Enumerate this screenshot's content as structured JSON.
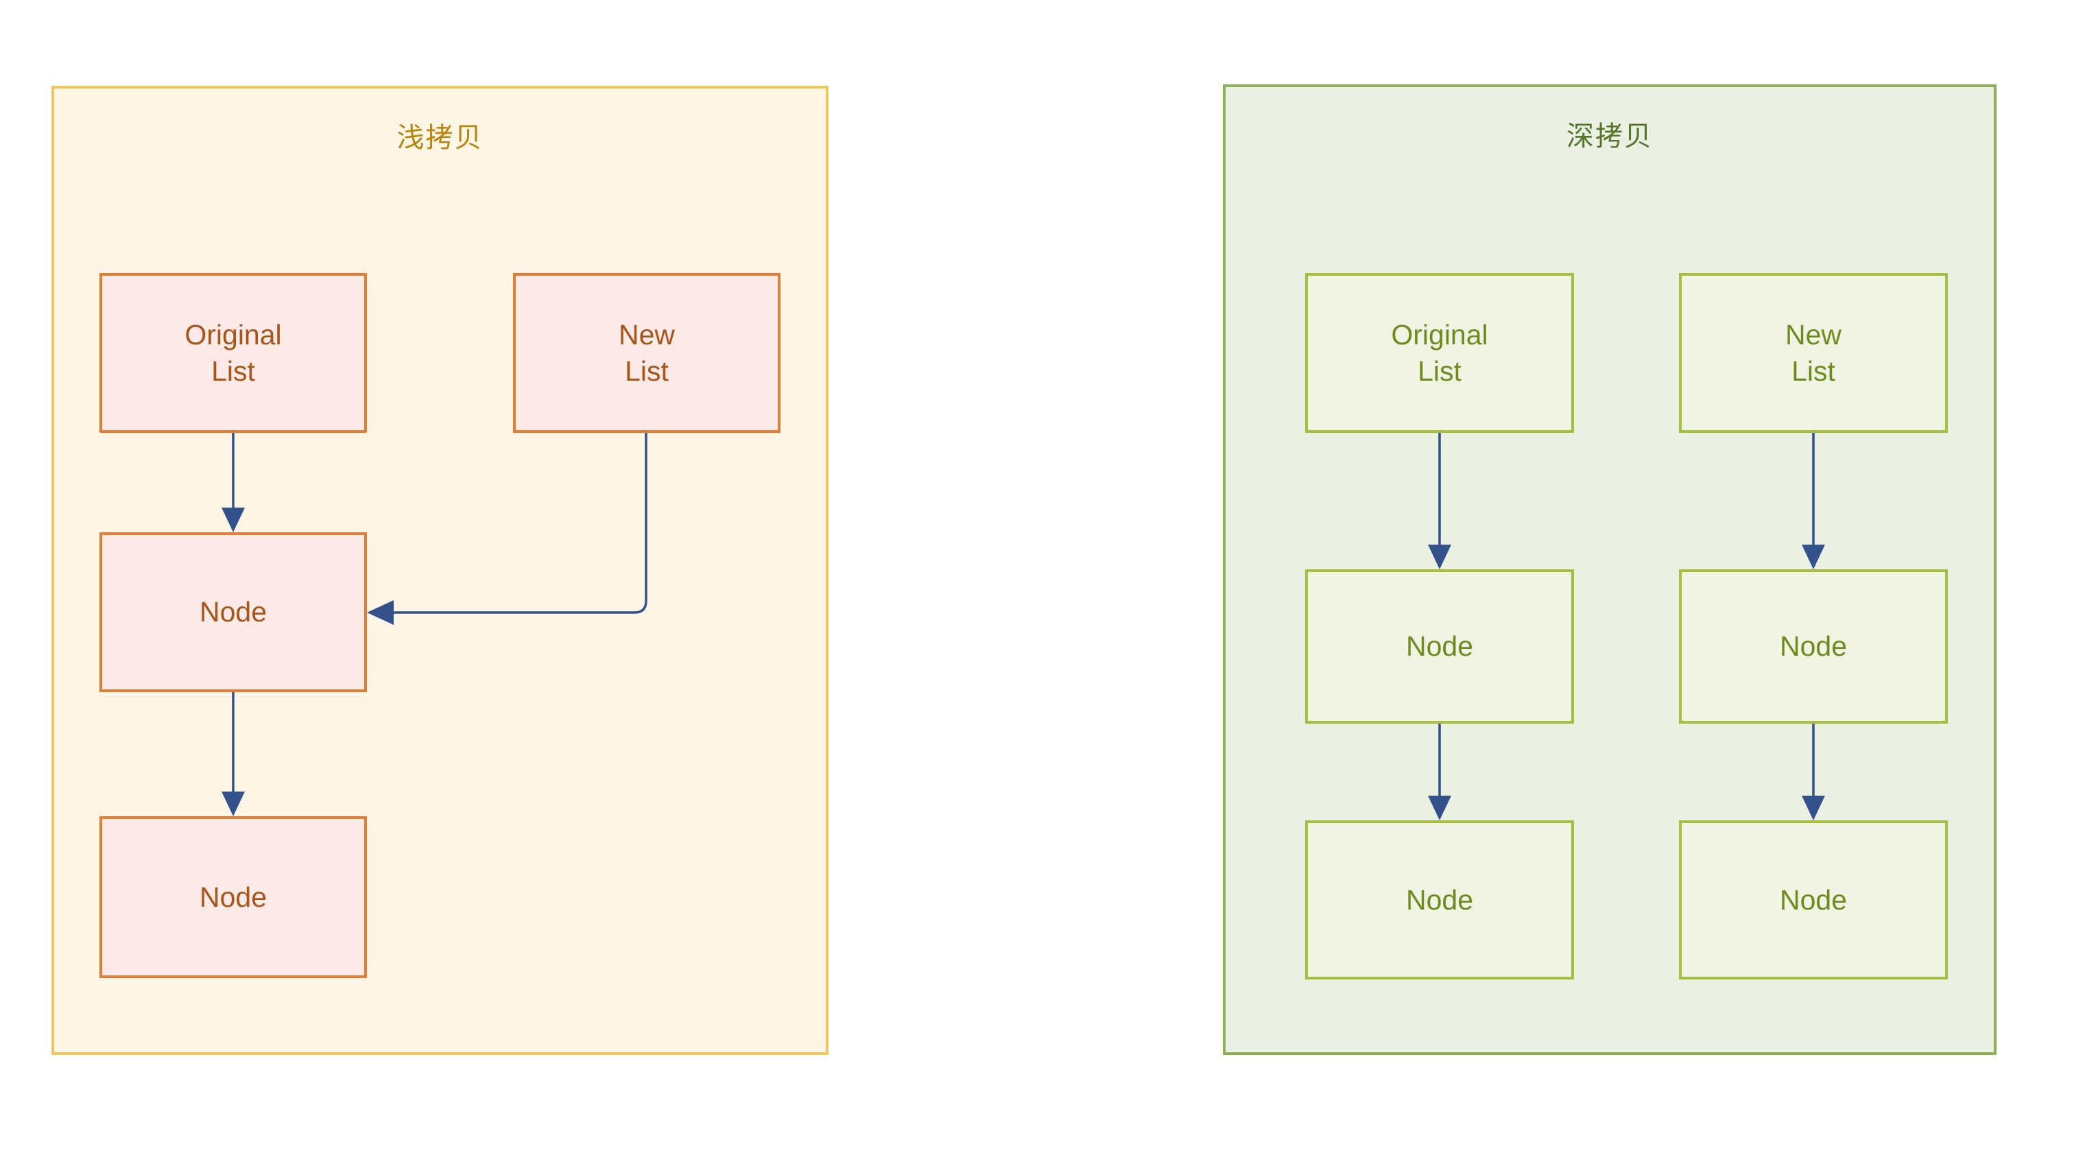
{
  "diagram": {
    "title_shallow": "浅拷贝",
    "title_deep": "深拷贝",
    "colors": {
      "shallow_panel_bg": "#FDF5E6",
      "shallow_panel_border": "#EFC75E",
      "shallow_title": "#B8860B",
      "shallow_box_bg": "#FBEAE7",
      "shallow_box_border": "#DF7E34",
      "shallow_box_text": "#A85518",
      "deep_panel_bg": "#EAF1E3",
      "deep_panel_border": "#8CB053",
      "deep_title": "#55762B",
      "deep_box_bg": "#F1F4E2",
      "deep_box_border": "#A5BE3F",
      "deep_box_text": "#6E8B1F",
      "connector": "#33518A",
      "page_bg": "#FFFFFF"
    }
  },
  "shallow": {
    "title": "浅拷贝",
    "boxes": {
      "original_list": "Original\nList",
      "new_list": "New\nList",
      "node_1": "Node",
      "node_2": "Node"
    },
    "edges": [
      {
        "from": "original_list",
        "to": "node_1",
        "style": "straight-down"
      },
      {
        "from": "new_list",
        "to": "node_1",
        "style": "down-then-left-elbow"
      },
      {
        "from": "node_1",
        "to": "node_2",
        "style": "straight-down"
      }
    ]
  },
  "deep": {
    "title": "深拷贝",
    "boxes": {
      "original_list": "Original\nList",
      "new_list": "New\nList",
      "original_node_1": "Node",
      "original_node_2": "Node",
      "new_node_1": "Node",
      "new_node_2": "Node"
    },
    "edges": [
      {
        "from": "original_list",
        "to": "original_node_1",
        "style": "straight-down"
      },
      {
        "from": "original_node_1",
        "to": "original_node_2",
        "style": "straight-down"
      },
      {
        "from": "new_list",
        "to": "new_node_1",
        "style": "straight-down"
      },
      {
        "from": "new_node_1",
        "to": "new_node_2",
        "style": "straight-down"
      }
    ]
  }
}
